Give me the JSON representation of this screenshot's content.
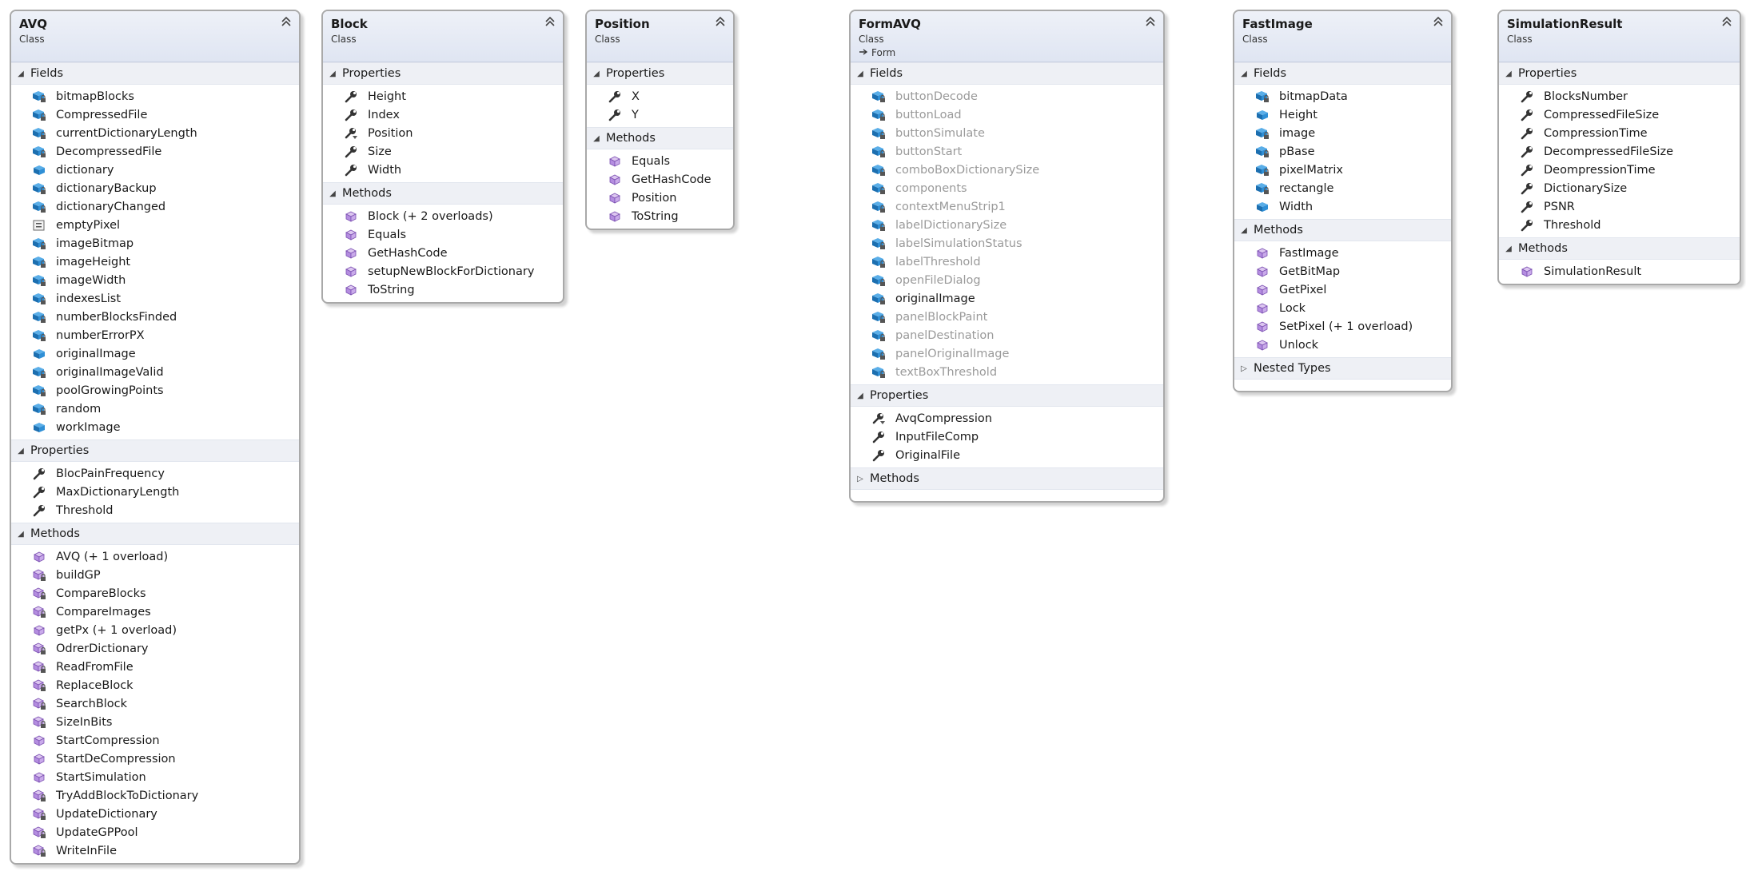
{
  "classes": [
    {
      "name": "AVQ",
      "kind": "Class",
      "sections": [
        {
          "label": "Fields",
          "expanded": true,
          "items": [
            {
              "name": "bitmapBlocks",
              "icon": "private-field-icon"
            },
            {
              "name": "CompressedFile",
              "icon": "private-field-icon"
            },
            {
              "name": "currentDictionaryLength",
              "icon": "private-field-icon"
            },
            {
              "name": "DecompressedFile",
              "icon": "private-field-icon"
            },
            {
              "name": "dictionary",
              "icon": "field-icon"
            },
            {
              "name": "dictionaryBackup",
              "icon": "private-field-icon"
            },
            {
              "name": "dictionaryChanged",
              "icon": "private-field-icon"
            },
            {
              "name": "emptyPixel",
              "icon": "constant-icon"
            },
            {
              "name": "imageBitmap",
              "icon": "private-field-icon"
            },
            {
              "name": "imageHeight",
              "icon": "private-field-icon"
            },
            {
              "name": "imageWidth",
              "icon": "private-field-icon"
            },
            {
              "name": "indexesList",
              "icon": "private-field-icon"
            },
            {
              "name": "numberBlocksFinded",
              "icon": "private-field-icon"
            },
            {
              "name": "numberErrorPX",
              "icon": "private-field-icon"
            },
            {
              "name": "originalImage",
              "icon": "field-icon"
            },
            {
              "name": "originalImageValid",
              "icon": "private-field-icon"
            },
            {
              "name": "poolGrowingPoints",
              "icon": "private-field-icon"
            },
            {
              "name": "random",
              "icon": "private-field-icon"
            },
            {
              "name": "workImage",
              "icon": "field-icon"
            }
          ]
        },
        {
          "label": "Properties",
          "expanded": true,
          "items": [
            {
              "name": "BlocPainFrequency",
              "icon": "property-icon"
            },
            {
              "name": "MaxDictionaryLength",
              "icon": "property-icon"
            },
            {
              "name": "Threshold",
              "icon": "property-icon"
            }
          ]
        },
        {
          "label": "Methods",
          "expanded": true,
          "items": [
            {
              "name": "AVQ (+ 1 overload)",
              "icon": "method-icon"
            },
            {
              "name": "buildGP",
              "icon": "private-method-icon"
            },
            {
              "name": "CompareBlocks",
              "icon": "private-method-icon"
            },
            {
              "name": "CompareImages",
              "icon": "private-method-icon"
            },
            {
              "name": "getPx (+ 1 overload)",
              "icon": "method-icon"
            },
            {
              "name": "OdrerDictionary",
              "icon": "private-method-icon"
            },
            {
              "name": "ReadFromFile",
              "icon": "private-method-icon"
            },
            {
              "name": "ReplaceBlock",
              "icon": "private-method-icon"
            },
            {
              "name": "SearchBlock",
              "icon": "private-method-icon"
            },
            {
              "name": "SizeInBits",
              "icon": "private-method-icon"
            },
            {
              "name": "StartCompression",
              "icon": "method-icon"
            },
            {
              "name": "StartDeCompression",
              "icon": "method-icon"
            },
            {
              "name": "StartSimulation",
              "icon": "method-icon"
            },
            {
              "name": "TryAddBlockToDictionary",
              "icon": "private-method-icon"
            },
            {
              "name": "UpdateDictionary",
              "icon": "private-method-icon"
            },
            {
              "name": "UpdateGPPool",
              "icon": "private-method-icon"
            },
            {
              "name": "WriteInFile",
              "icon": "private-method-icon"
            }
          ]
        }
      ]
    },
    {
      "name": "Block",
      "kind": "Class",
      "sections": [
        {
          "label": "Properties",
          "expanded": true,
          "items": [
            {
              "name": "Height",
              "icon": "property-icon"
            },
            {
              "name": "Index",
              "icon": "property-icon"
            },
            {
              "name": "Position",
              "icon": "protected-property-icon"
            },
            {
              "name": "Size",
              "icon": "property-icon"
            },
            {
              "name": "Width",
              "icon": "property-icon"
            }
          ]
        },
        {
          "label": "Methods",
          "expanded": true,
          "items": [
            {
              "name": "Block (+ 2 overloads)",
              "icon": "method-icon"
            },
            {
              "name": "Equals",
              "icon": "method-icon"
            },
            {
              "name": "GetHashCode",
              "icon": "method-icon"
            },
            {
              "name": "setupNewBlockForDictionary",
              "icon": "method-icon"
            },
            {
              "name": "ToString",
              "icon": "method-icon"
            }
          ]
        }
      ]
    },
    {
      "name": "Position",
      "kind": "Class",
      "sections": [
        {
          "label": "Properties",
          "expanded": true,
          "items": [
            {
              "name": "X",
              "icon": "property-icon"
            },
            {
              "name": "Y",
              "icon": "property-icon"
            }
          ]
        },
        {
          "label": "Methods",
          "expanded": true,
          "items": [
            {
              "name": "Equals",
              "icon": "method-icon"
            },
            {
              "name": "GetHashCode",
              "icon": "method-icon"
            },
            {
              "name": "Position",
              "icon": "method-icon"
            },
            {
              "name": "ToString",
              "icon": "method-icon"
            }
          ]
        }
      ]
    },
    {
      "name": "FormAVQ",
      "kind": "Class",
      "base": "Form",
      "sections": [
        {
          "label": "Fields",
          "expanded": true,
          "items": [
            {
              "name": "buttonDecode",
              "icon": "private-field-icon",
              "dim": true
            },
            {
              "name": "buttonLoad",
              "icon": "private-field-icon",
              "dim": true
            },
            {
              "name": "buttonSimulate",
              "icon": "private-field-icon",
              "dim": true
            },
            {
              "name": "buttonStart",
              "icon": "private-field-icon",
              "dim": true
            },
            {
              "name": "comboBoxDictionarySize",
              "icon": "private-field-icon",
              "dim": true
            },
            {
              "name": "components",
              "icon": "private-field-icon",
              "dim": true
            },
            {
              "name": "contextMenuStrip1",
              "icon": "private-field-icon",
              "dim": true
            },
            {
              "name": "labelDictionarySize",
              "icon": "private-field-icon",
              "dim": true
            },
            {
              "name": "labelSimulationStatus",
              "icon": "private-field-icon",
              "dim": true
            },
            {
              "name": "labelThreshold",
              "icon": "private-field-icon",
              "dim": true
            },
            {
              "name": "openFileDialog",
              "icon": "private-field-icon",
              "dim": true
            },
            {
              "name": "originalImage",
              "icon": "private-field-icon"
            },
            {
              "name": "panelBlockPaint",
              "icon": "private-field-icon",
              "dim": true
            },
            {
              "name": "panelDestination",
              "icon": "private-field-icon",
              "dim": true
            },
            {
              "name": "panelOriginalImage",
              "icon": "private-field-icon",
              "dim": true
            },
            {
              "name": "textBoxThreshold",
              "icon": "private-field-icon",
              "dim": true
            }
          ]
        },
        {
          "label": "Properties",
          "expanded": true,
          "items": [
            {
              "name": "AvqCompression",
              "icon": "protected-property-icon"
            },
            {
              "name": "InputFileComp",
              "icon": "property-icon"
            },
            {
              "name": "OriginalFile",
              "icon": "property-icon"
            }
          ]
        },
        {
          "label": "Methods",
          "expanded": false,
          "items": []
        }
      ]
    },
    {
      "name": "FastImage",
      "kind": "Class",
      "sections": [
        {
          "label": "Fields",
          "expanded": true,
          "items": [
            {
              "name": "bitmapData",
              "icon": "private-field-icon"
            },
            {
              "name": "Height",
              "icon": "field-icon"
            },
            {
              "name": "image",
              "icon": "private-field-icon"
            },
            {
              "name": "pBase",
              "icon": "private-field-icon"
            },
            {
              "name": "pixelMatrix",
              "icon": "private-field-icon"
            },
            {
              "name": "rectangle",
              "icon": "private-field-icon"
            },
            {
              "name": "Width",
              "icon": "field-icon"
            }
          ]
        },
        {
          "label": "Methods",
          "expanded": true,
          "items": [
            {
              "name": "FastImage",
              "icon": "method-icon"
            },
            {
              "name": "GetBitMap",
              "icon": "method-icon"
            },
            {
              "name": "GetPixel",
              "icon": "method-icon"
            },
            {
              "name": "Lock",
              "icon": "method-icon"
            },
            {
              "name": "SetPixel (+ 1 overload)",
              "icon": "method-icon"
            },
            {
              "name": "Unlock",
              "icon": "method-icon"
            }
          ]
        },
        {
          "label": "Nested Types",
          "expanded": false,
          "items": []
        }
      ]
    },
    {
      "name": "SimulationResult",
      "kind": "Class",
      "sections": [
        {
          "label": "Properties",
          "expanded": true,
          "items": [
            {
              "name": "BlocksNumber",
              "icon": "property-icon"
            },
            {
              "name": "CompressedFileSize",
              "icon": "property-icon"
            },
            {
              "name": "CompressionTime",
              "icon": "property-icon"
            },
            {
              "name": "DecompressedFileSize",
              "icon": "property-icon"
            },
            {
              "name": "DeompressionTime",
              "icon": "property-icon"
            },
            {
              "name": "DictionarySize",
              "icon": "property-icon"
            },
            {
              "name": "PSNR",
              "icon": "property-icon"
            },
            {
              "name": "Threshold",
              "icon": "property-icon"
            }
          ]
        },
        {
          "label": "Methods",
          "expanded": true,
          "items": [
            {
              "name": "SimulationResult",
              "icon": "method-icon"
            }
          ]
        }
      ]
    }
  ]
}
